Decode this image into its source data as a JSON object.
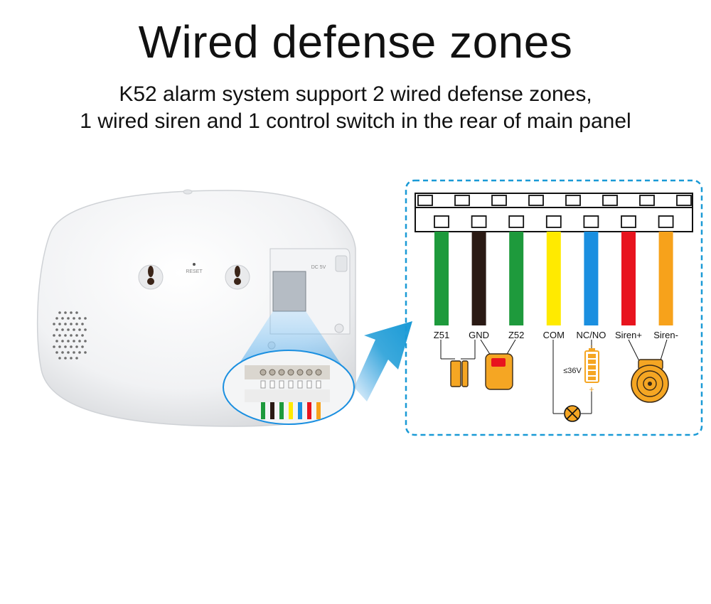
{
  "header": {
    "title": "Wired defense zones",
    "subtitle_line1": "K52 alarm system support 2 wired defense zones,",
    "subtitle_line2": "1 wired siren and 1 control switch in the rear of main panel"
  },
  "panel": {
    "reset_label": "RESET",
    "dc_label": "DC 5V"
  },
  "terminals": [
    {
      "label": "Z51",
      "color": "#1e9a3c"
    },
    {
      "label": "GND",
      "color": "#2a1a14"
    },
    {
      "label": "Z52",
      "color": "#1e9a3c"
    },
    {
      "label": "COM",
      "color": "#ffea00"
    },
    {
      "label": "NC/NO",
      "color": "#1a8fe0"
    },
    {
      "label": "Siren+",
      "color": "#e8141e"
    },
    {
      "label": "Siren-",
      "color": "#f7a21b"
    }
  ],
  "voltage_label": "≤36V",
  "battery_plus": "+",
  "battery_minus": "-",
  "icons": {
    "door_sensor": "door-contact-sensor-icon",
    "pir_sensor": "pir-sensor-icon",
    "lamp": "lamp-icon",
    "battery": "battery-icon",
    "siren": "siren-icon",
    "arrow": "arrow-icon"
  },
  "colors": {
    "accent_blue": "#1a9ad6",
    "device_orange": "#f5a623",
    "sensor_red": "#e8141e"
  }
}
